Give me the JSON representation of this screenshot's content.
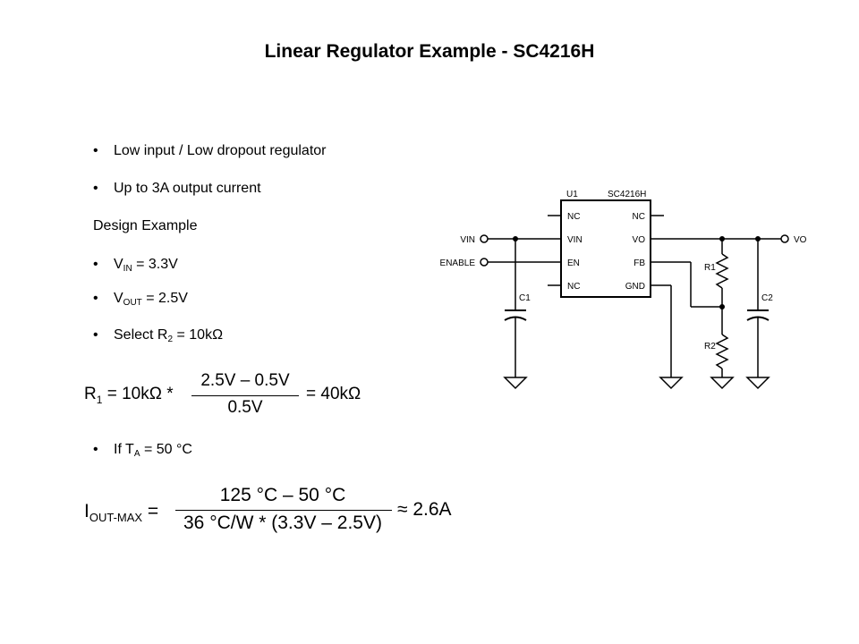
{
  "slide": {
    "title": "Linear Regulator Example - SC4216H"
  },
  "bullets": {
    "b1": "Low input / Low dropout regulator",
    "b2": "Up to 3A output current",
    "design_heading": "Design Example",
    "vin": {
      "sym": "V",
      "sub": "IN",
      "rest": " = 3.3V"
    },
    "vout": {
      "sym": "V",
      "sub": "OUT",
      "rest": " = 2.5V"
    },
    "r2": {
      "pre": "Select R",
      "sub": "2",
      "rest": " = 10kΩ"
    },
    "ta": {
      "pre": "If T",
      "sub": "A",
      "rest": " = 50 °C"
    },
    "bullet_char": "•"
  },
  "eq1": {
    "lhs_sym": "R",
    "lhs_sub": "1",
    "lhs_rest": " = 10kΩ *",
    "numerator": "2.5V – 0.5V",
    "denominator": "0.5V",
    "result": "= 40kΩ"
  },
  "eq2": {
    "lhs_sym": "I",
    "lhs_sub": "OUT-MAX",
    "lhs_rest": " =",
    "numerator": "125 °C  – 50 °C",
    "denominator": "36 °C/W * (3.3V – 2.5V)",
    "result": "≈ 2.6A"
  },
  "schematic": {
    "ref": "U1",
    "part": "SC4216H",
    "pins_left": [
      "NC",
      "VIN",
      "EN",
      "NC"
    ],
    "pins_right": [
      "NC",
      "VO",
      "FB",
      "GND"
    ],
    "in_label": "VIN",
    "enable_label": "ENABLE",
    "out_label": "VO",
    "c1": "C1",
    "c2": "C2",
    "r1": "R1",
    "r2": "R2"
  }
}
